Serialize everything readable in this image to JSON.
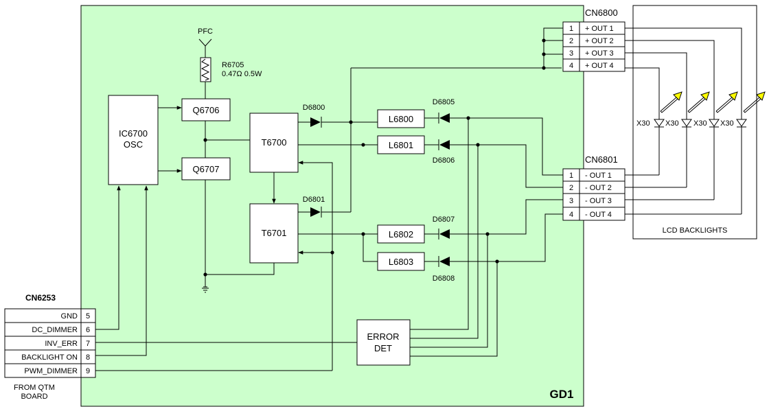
{
  "board": {
    "name": "GD1",
    "fill": "#ccffcc"
  },
  "pfc": "PFC",
  "resistor": {
    "ref": "R6705",
    "value": "0.47Ω 0.5W"
  },
  "osc": {
    "line1": "IC6700",
    "line2": "OSC"
  },
  "transistors": [
    "Q6706",
    "Q6707"
  ],
  "transformers": [
    "T6700",
    "T6701"
  ],
  "diodes_left": [
    "D6800",
    "D6801"
  ],
  "inductors": [
    "L6800",
    "L6801",
    "L6802",
    "L6803"
  ],
  "diodes_right": [
    "D6805",
    "D6806",
    "D6807",
    "D6808"
  ],
  "error_det": {
    "line1": "ERROR",
    "line2": "DET"
  },
  "cn6800": {
    "name": "CN6800",
    "pins": [
      "1",
      "2",
      "3",
      "4"
    ],
    "labels": [
      "+ OUT 1",
      "+ OUT 2",
      "+ OUT 3",
      "+ OUT 4"
    ]
  },
  "cn6801": {
    "name": "CN6801",
    "pins": [
      "1",
      "2",
      "3",
      "4"
    ],
    "labels": [
      "- OUT 1",
      "- OUT 2",
      "- OUT 3",
      "- OUT 4"
    ]
  },
  "lcd": {
    "title": "LCD BACKLIGHTS",
    "lamp_label": "X30",
    "arrow_color": "#ffff00"
  },
  "cn6253": {
    "name": "CN6253",
    "rows": [
      {
        "label": "GND",
        "pin": "5"
      },
      {
        "label": "DC_DIMMER",
        "pin": "6"
      },
      {
        "label": "INV_ERR",
        "pin": "7"
      },
      {
        "label": "BACKLIGHT ON",
        "pin": "8"
      },
      {
        "label": "PWM_DIMMER",
        "pin": "9"
      }
    ]
  },
  "from": {
    "line1": "FROM QTM",
    "line2": "BOARD"
  }
}
